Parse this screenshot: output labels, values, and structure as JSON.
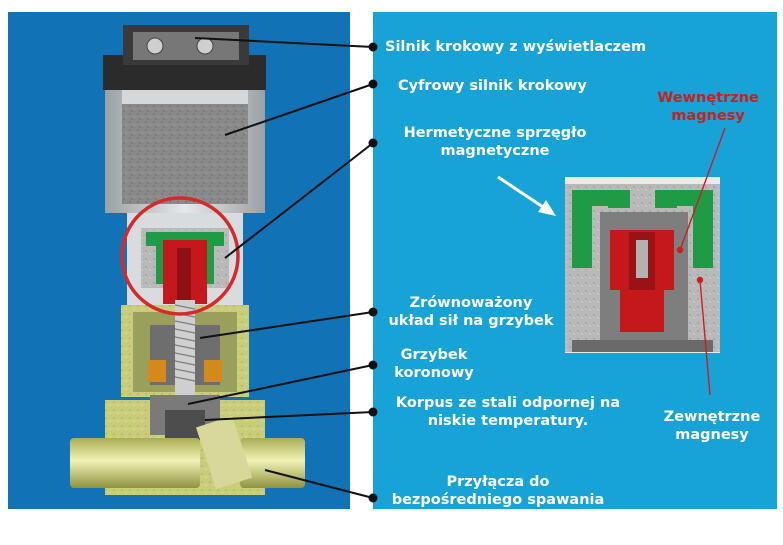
{
  "title": "",
  "colors": {
    "panel_left": "#1172b6",
    "panel_right": "#17a3d6",
    "annotation_red": "#cc1e1e",
    "label_white": "#ffffff"
  },
  "labels": {
    "stepper_display": "Silnik krokowy z wyświetlaczem",
    "digital_stepper": "Cyfrowy silnik krokowy",
    "magnetic_coupling_l1": "Hermetyczne sprzęgło",
    "magnetic_coupling_l2": "magnetyczne",
    "balanced_l1": "Zrównoważony",
    "balanced_l2": "układ sił na grzybek",
    "cone_l1": "Grzybek",
    "cone_l2": "koronowy",
    "body_l1": "Korpus ze stali odpornej na",
    "body_l2": "niskie temperatury.",
    "conn_l1": "Przyłącza do",
    "conn_l2": "bezpośredniego spawania",
    "inner_l1": "Wewnętrzne",
    "inner_l2": "magnesy",
    "outer_l1": "Zewnętrzne",
    "outer_l2": "magnesy"
  },
  "icons": [
    "pointer-arrow-icon",
    "magnifier-circle-icon"
  ]
}
